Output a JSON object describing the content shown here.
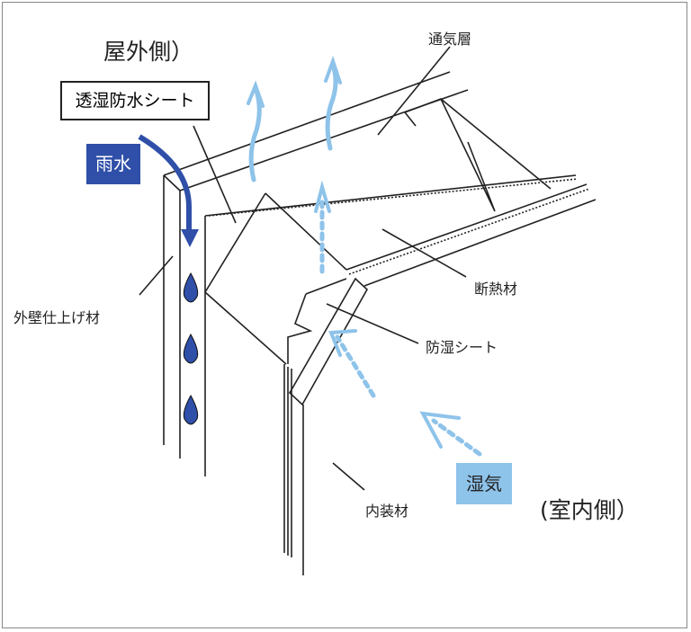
{
  "labels": {
    "outdoor": "屋外側）",
    "breathable_sheet": "透湿防水シート",
    "rain": "雨水",
    "ventilation_layer": "通気層",
    "exterior_finish": "外壁仕上げ材",
    "insulation": "断熱材",
    "vapor_barrier": "防湿シート",
    "interior_finish": "内装材",
    "moisture": "湿気",
    "indoor": "(室内側）"
  },
  "colors": {
    "rain": "#2f4fa8",
    "moisture": "#8ec3ea",
    "line": "#222222"
  }
}
